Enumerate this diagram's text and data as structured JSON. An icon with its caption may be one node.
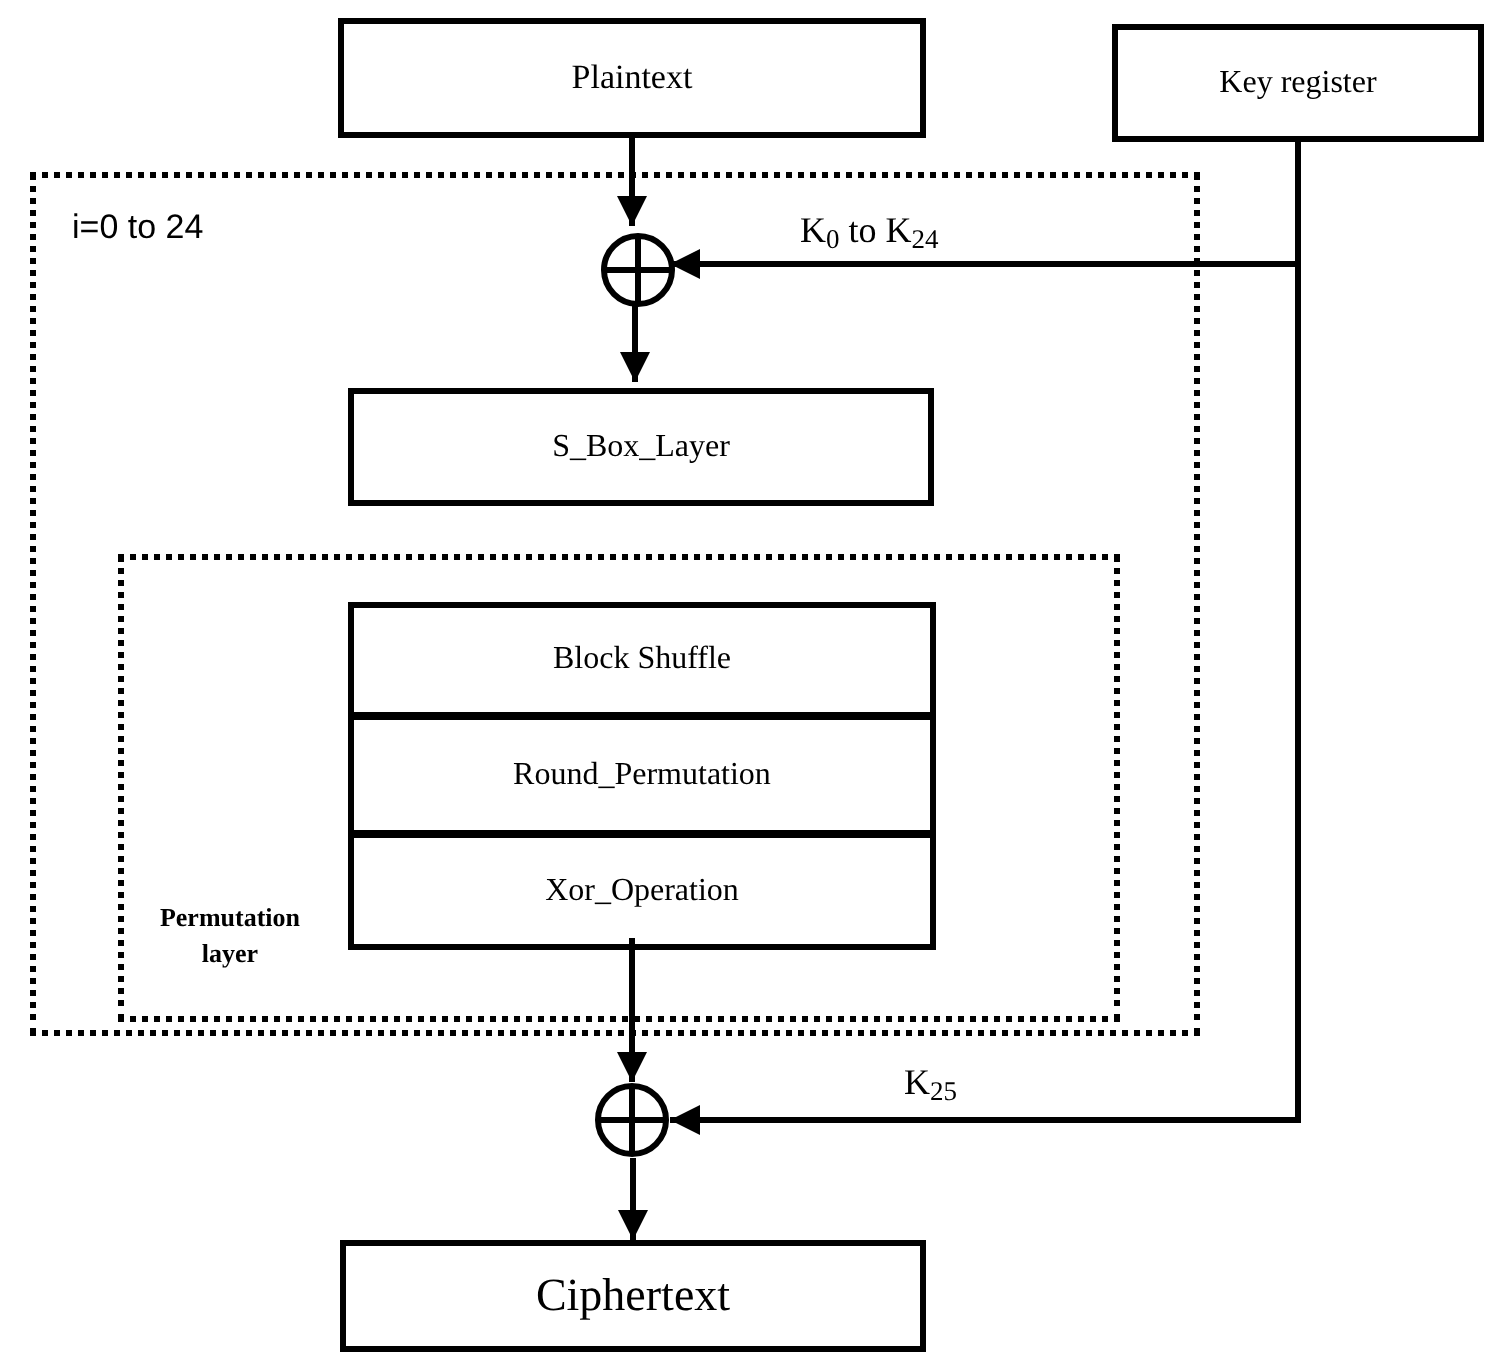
{
  "diagram": {
    "nodes": [
      {
        "text": [
          "Plaintext"
        ]
      },
      {
        "text": [
          "Key register"
        ]
      },
      {
        "text": [
          "i=0 to 24"
        ]
      },
      {
        "text": [],
        "shape": "circle",
        "in": 2
      },
      {
        "text": [
          "S_Box_Layer"
        ],
        "in": 2
      },
      {
        "text": [
          "Permutation layer"
        ],
        "in": 2
      },
      {
        "text": [
          "Block Shuffle"
        ],
        "in": 5
      },
      {
        "text": [
          "Round_Permutation"
        ],
        "in": 5
      },
      {
        "text": [
          "Xor_Operation"
        ],
        "in": 5
      },
      {
        "text": [],
        "shape": "circle"
      },
      {
        "text": [
          "Ciphertext"
        ]
      }
    ],
    "edges": [
      {
        "from": 0,
        "to": 3,
        "arrow": "to"
      },
      {
        "from": 3,
        "to": 4,
        "arrow": "to"
      },
      {
        "from": 1,
        "to": 3,
        "arrow": "to",
        "label": "K$_{0}$ to K$_{24}$"
      },
      {
        "from": 8,
        "to": 9,
        "arrow": "to"
      },
      {
        "from": 1,
        "to": 9,
        "arrow": "to",
        "label": "K$_{25}$"
      },
      {
        "from": 9,
        "to": 10,
        "arrow": "to"
      }
    ]
  }
}
